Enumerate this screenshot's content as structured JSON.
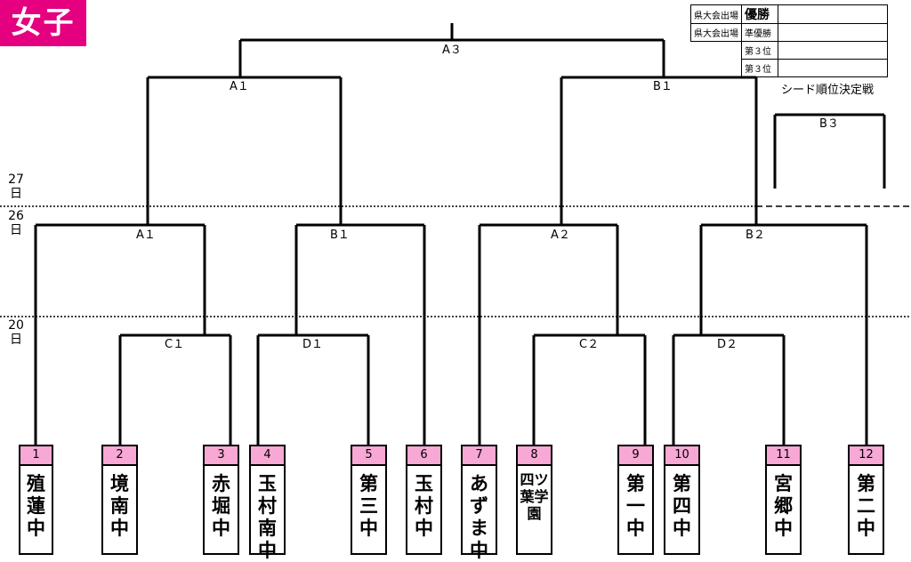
{
  "page": {
    "title": "女子"
  },
  "days": [
    "27\n日",
    "26\n日",
    "20\n日"
  ],
  "match_labels": {
    "final": "A３",
    "semi_left": "A１",
    "semi_right": "B１",
    "third_title": "シード順位決定戦",
    "third": "B３",
    "q1": "A１",
    "q2": "B１",
    "q3": "A２",
    "q4": "B２",
    "r1": "C１",
    "r2": "D１",
    "r3": "C２",
    "r4": "D２"
  },
  "results": [
    {
      "qual": "県大会出場",
      "rank": "優勝"
    },
    {
      "qual": "県大会出場",
      "rank": "準優勝"
    },
    {
      "qual": "",
      "rank": "第３位"
    },
    {
      "qual": "",
      "rank": "第３位"
    }
  ],
  "teams": [
    {
      "num": "1",
      "name": "殖蓮中"
    },
    {
      "num": "2",
      "name": "境南中"
    },
    {
      "num": "3",
      "name": "赤堀中"
    },
    {
      "num": "4",
      "name": "玉村南中"
    },
    {
      "num": "5",
      "name": "第三中"
    },
    {
      "num": "6",
      "name": "玉村中"
    },
    {
      "num": "7",
      "name": "あずま中"
    },
    {
      "num": "8",
      "name": "四ツ葉学園"
    },
    {
      "num": "9",
      "name": "第一中"
    },
    {
      "num": "10",
      "name": "第四中"
    },
    {
      "num": "11",
      "name": "宮郷中"
    },
    {
      "num": "12",
      "name": "第二中"
    }
  ]
}
